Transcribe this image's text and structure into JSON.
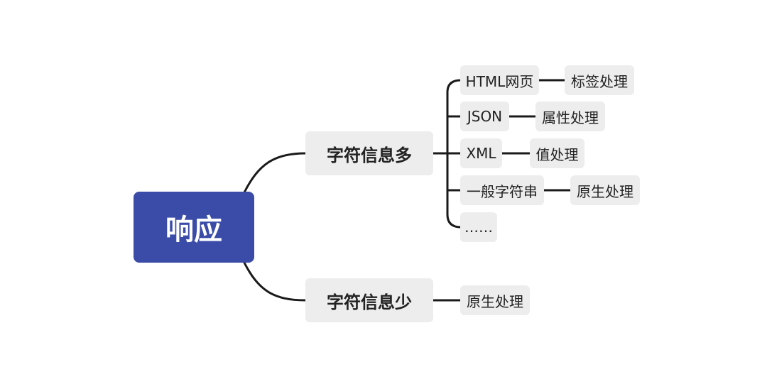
{
  "root": {
    "label": "响应"
  },
  "branches": [
    {
      "label": "字符信息多",
      "children": [
        {
          "label": "HTML网页",
          "handler": "标签处理"
        },
        {
          "label": "JSON",
          "handler": "属性处理"
        },
        {
          "label": "XML",
          "handler": "值处理"
        },
        {
          "label": "一般字符串",
          "handler": "原生处理"
        },
        {
          "label": "……"
        }
      ]
    },
    {
      "label": "字符信息少",
      "handler": "原生处理"
    }
  ]
}
